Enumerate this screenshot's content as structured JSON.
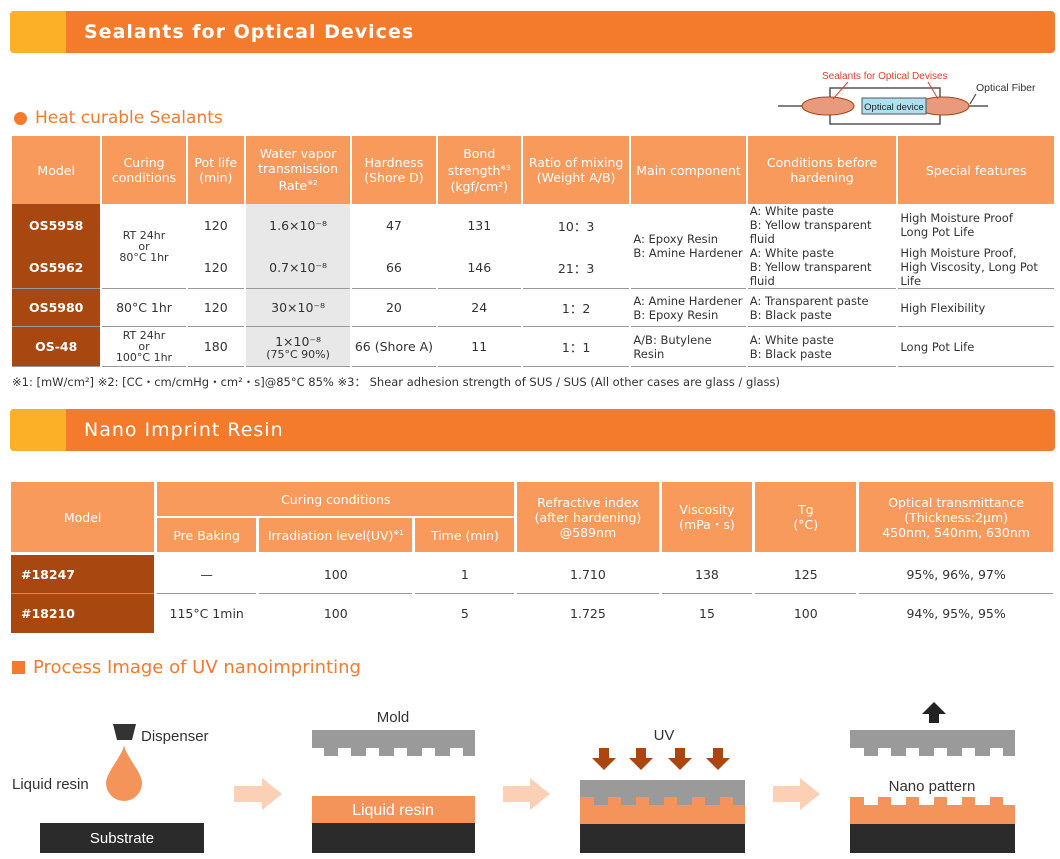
{
  "section1": {
    "banner_title": "Sealants for Optical Devices",
    "subtitle": "Heat curable Sealants",
    "figure": {
      "label_sealants": "Sealants for Optical Devises",
      "label_fiber": "Optical Fiber",
      "label_device": "Optical device"
    },
    "headers": [
      "Model",
      "Curing conditions",
      "Pot life (min)",
      "Water vapor transmission Rate",
      "Hardness (Shore D)",
      "Bond strength",
      "Ratio of mixing (Weight A/B)",
      "Main component",
      "Conditions before hardening",
      "Special features"
    ],
    "header_notes": {
      "water": "※2",
      "bond": "※3"
    },
    "bond_unit": "(kgf/cm²)",
    "rows": [
      {
        "model": "OS5958",
        "curing": "RT 24hr",
        "curing2": "or",
        "curing3": "80°C 1hr",
        "pot": "120",
        "wvtr": "1.6×10⁻⁸",
        "hardness": "47",
        "bond": "131",
        "ratio": "10：3",
        "main1": "A: Epoxy Resin",
        "main2": "B: Amine Hardener",
        "cond1": "A: White paste",
        "cond2": "B: Yellow transparent fluid",
        "feat1": "High Moisture Proof",
        "feat2": "Long Pot Life"
      },
      {
        "model": "OS5962",
        "pot": "120",
        "wvtr": "0.7×10⁻⁸",
        "hardness": "66",
        "bond": "146",
        "ratio": "21：3",
        "cond1": "A: White paste",
        "cond2": "B: Yellow transparent fluid",
        "feat1": "High Moisture Proof,",
        "feat2": "High Viscosity, Long Pot Life"
      },
      {
        "model": "OS5980",
        "curing": "80°C 1hr",
        "pot": "120",
        "wvtr": "30×10⁻⁸",
        "hardness": "20",
        "bond": "24",
        "ratio": "1：2",
        "main1": "A: Amine Hardener",
        "main2": "B: Epoxy Resin",
        "cond1": "A: Transparent paste",
        "cond2": "B: Black paste",
        "feat1": "High Flexibility"
      },
      {
        "model": "OS-48",
        "curing": "RT 24hr",
        "curing2": "or",
        "curing3": "100°C 1hr",
        "pot": "180",
        "wvtr": "1×10⁻⁸",
        "wvtr_note": "(75°C 90%)",
        "hardness": "66 (Shore A)",
        "bond": "11",
        "ratio": "1：1",
        "main1": "A/B: Butylene Resin",
        "cond1": "A: White paste",
        "cond2": "B: Black paste",
        "feat1": "Long Pot Life"
      }
    ],
    "footnote": "※1: [mW/cm²]   ※2: [CC・cm/cmHg・cm²・s]@85°C 85%   ※3： Shear adhesion strength of SUS / SUS (All other cases are glass / glass)"
  },
  "section2": {
    "banner_title": "Nano Imprint Resin",
    "headers": {
      "model": "Model",
      "curing": "Curing conditions",
      "prebake": "Pre Baking",
      "irradiation": "Irradiation level(UV)",
      "irradiation_note": "※1",
      "time": "Time (min)",
      "refractive1": "Refractive index",
      "refractive2": "(after hardening)",
      "refractive3": "@589nm",
      "viscosity1": "Viscosity",
      "viscosity2": "(mPa・s)",
      "tg1": "Tg",
      "tg2": "(°C)",
      "optical1": "Optical transmittance",
      "optical2": "(Thickness:2μm)",
      "optical3": "450nm, 540nm, 630nm"
    },
    "rows": [
      {
        "model": "#18247",
        "prebake": "—",
        "irradiation": "100",
        "time": "1",
        "refractive": "1.710",
        "viscosity": "138",
        "tg": "125",
        "optical": "95%, 96%, 97%"
      },
      {
        "model": "#18210",
        "prebake": "115°C 1min",
        "irradiation": "100",
        "time": "5",
        "refractive": "1.725",
        "viscosity": "15",
        "tg": "100",
        "optical": "94%, 95%, 95%"
      }
    ]
  },
  "section3": {
    "subtitle": "Process Image of UV nanoimprinting",
    "labels": {
      "dispenser": "Dispenser",
      "liquid_resin": "Liquid resin",
      "substrate": "Substrate",
      "mold": "Mold",
      "liquid_resin2": "Liquid resin",
      "uv": "UV",
      "nano_pattern": "Nano pattern"
    }
  },
  "colors": {
    "orange": "#f47a2c",
    "header_orange": "#f79a5c",
    "brown": "#a8470f",
    "yellow": "#fbb028"
  }
}
